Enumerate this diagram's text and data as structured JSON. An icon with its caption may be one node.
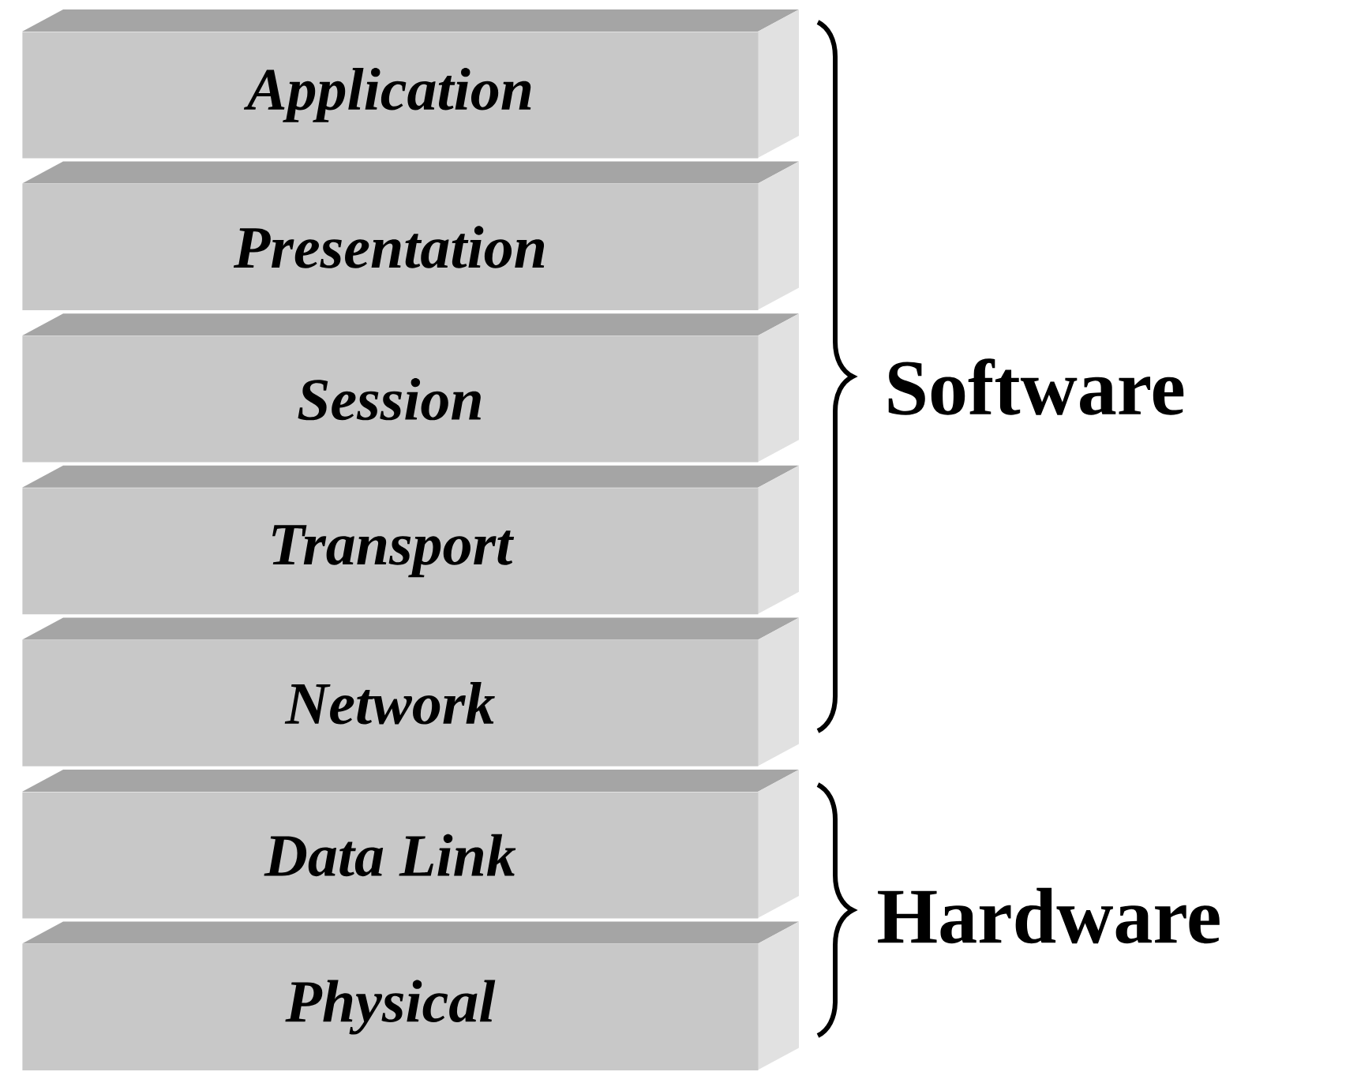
{
  "diagram": {
    "nodes": [
      {
        "text": [
          "Application"
        ]
      },
      {
        "text": [
          "Presentation"
        ]
      },
      {
        "text": [
          "Session"
        ]
      },
      {
        "text": [
          "Transport"
        ]
      },
      {
        "text": [
          "Network"
        ]
      },
      {
        "text": [
          "Data Link"
        ]
      },
      {
        "text": [
          "Physical"
        ]
      }
    ],
    "labels": [
      "Software",
      "Hardware"
    ]
  }
}
